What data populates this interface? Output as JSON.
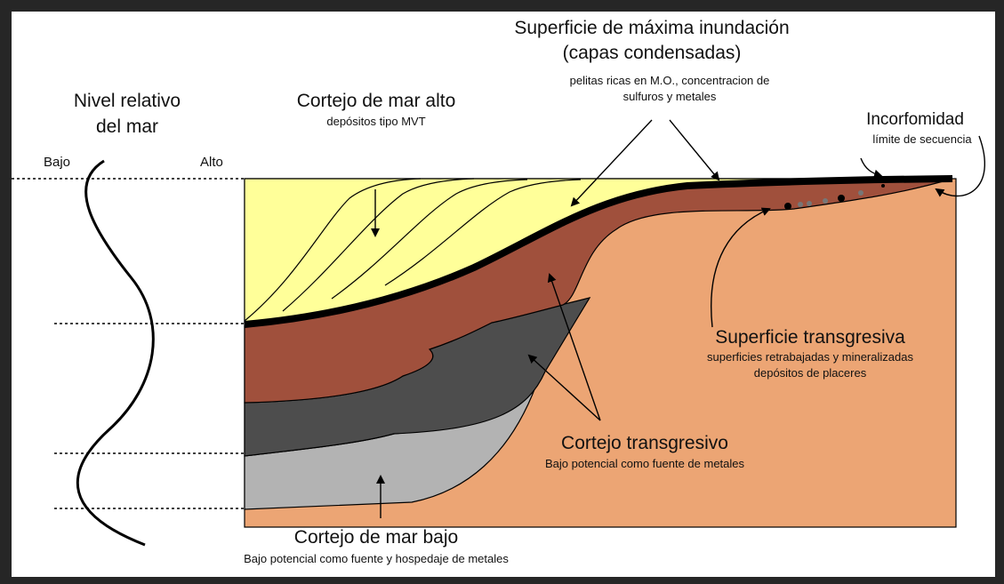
{
  "labels": {
    "sea_level_title_line1": "Nivel relativo",
    "sea_level_title_line2": "del mar",
    "low": "Bajo",
    "high": "Alto",
    "highstand_title": "Cortejo de mar alto",
    "highstand_sub": "depósitos tipo MVT",
    "mfs_title_line1": "Superficie de máxima inundación",
    "mfs_title_line2": "(capas condensadas)",
    "mfs_sub_line1": "pelitas ricas en M.O., concentracion de",
    "mfs_sub_line2": "sulfuros y metales",
    "unconformity_title": "Incorfomidad",
    "unconformity_sub": "límite de secuencia",
    "transgressive_surface_title": "Superficie transgresiva",
    "transgressive_surface_sub_line1": "superficies retrabajadas y mineralizadas",
    "transgressive_surface_sub_line2": "depósitos de placeres",
    "transgressive_title": "Cortejo transgresivo",
    "transgressive_sub": "Bajo potencial  como fuente de metales",
    "lowstand_title": "Cortejo de mar bajo",
    "lowstand_sub": "Bajo potencial  como fuente y hospedaje de metales"
  },
  "colors": {
    "frame": "#262626",
    "background": "#ffffff",
    "basement": "#eca574",
    "highstand": "#ffff99",
    "transgressive": "#a0503c",
    "transgressive_dark": "#4d4d4d",
    "lowstand": "#b3b3b3",
    "mfs_line": "#000000"
  }
}
